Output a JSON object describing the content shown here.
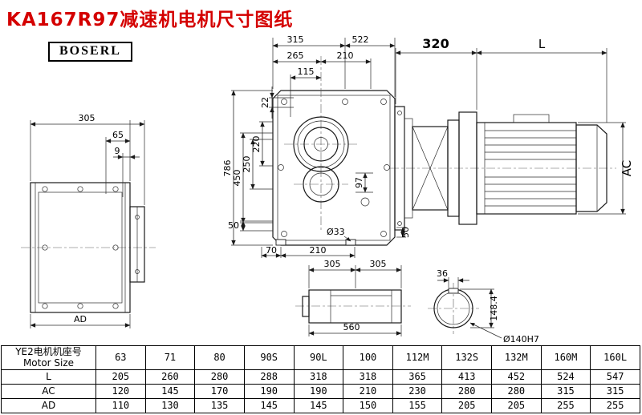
{
  "page": {
    "title": "KA167R97减速机电机尺寸图纸",
    "logo": "BOSERL"
  },
  "dims": {
    "side": {
      "width": "305",
      "flange": "65",
      "lip": "9",
      "ad": "AD"
    },
    "front": {
      "w315": "315",
      "w522": "522",
      "w265": "265",
      "w210": "210",
      "w115": "115",
      "h22": "22",
      "h220": "220",
      "h250": "250",
      "h450": "450",
      "h786": "786",
      "h97": "97",
      "b50_left": "50",
      "b70": "70",
      "b210": "210",
      "dia33": "Ø33",
      "b50_right": "50"
    },
    "motor": {
      "len320": "320",
      "len_l": "L",
      "ac": "AC"
    },
    "shaft": {
      "seg1": "305",
      "seg2": "305",
      "total": "560"
    },
    "section": {
      "key": "36",
      "height": "148.4",
      "bore": "Ø140H7"
    }
  },
  "table": {
    "frame_label_cn": "YE2电机机座号",
    "frame_label_en": "Motor Size",
    "sizes": [
      "63",
      "71",
      "80",
      "90S",
      "90L",
      "100",
      "112M",
      "132S",
      "132M",
      "160M",
      "160L"
    ],
    "rows": [
      {
        "label": "L",
        "values": [
          "205",
          "260",
          "280",
          "288",
          "318",
          "318",
          "365",
          "413",
          "452",
          "524",
          "547"
        ]
      },
      {
        "label": "AC",
        "values": [
          "120",
          "145",
          "170",
          "190",
          "190",
          "210",
          "230",
          "280",
          "280",
          "315",
          "315"
        ]
      },
      {
        "label": "AD",
        "values": [
          "110",
          "130",
          "135",
          "145",
          "145",
          "150",
          "155",
          "205",
          "205",
          "255",
          "255"
        ]
      }
    ]
  }
}
